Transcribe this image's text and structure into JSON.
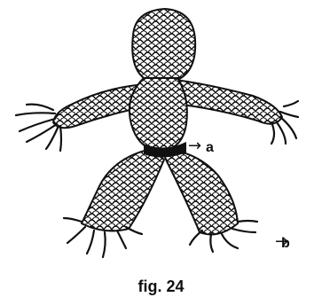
{
  "labels": {
    "a": "a",
    "b": "b"
  },
  "caption": "fig. 24",
  "arrow_glyph": "→",
  "colors": {
    "ink": "#111111",
    "paper": "#ffffff"
  }
}
